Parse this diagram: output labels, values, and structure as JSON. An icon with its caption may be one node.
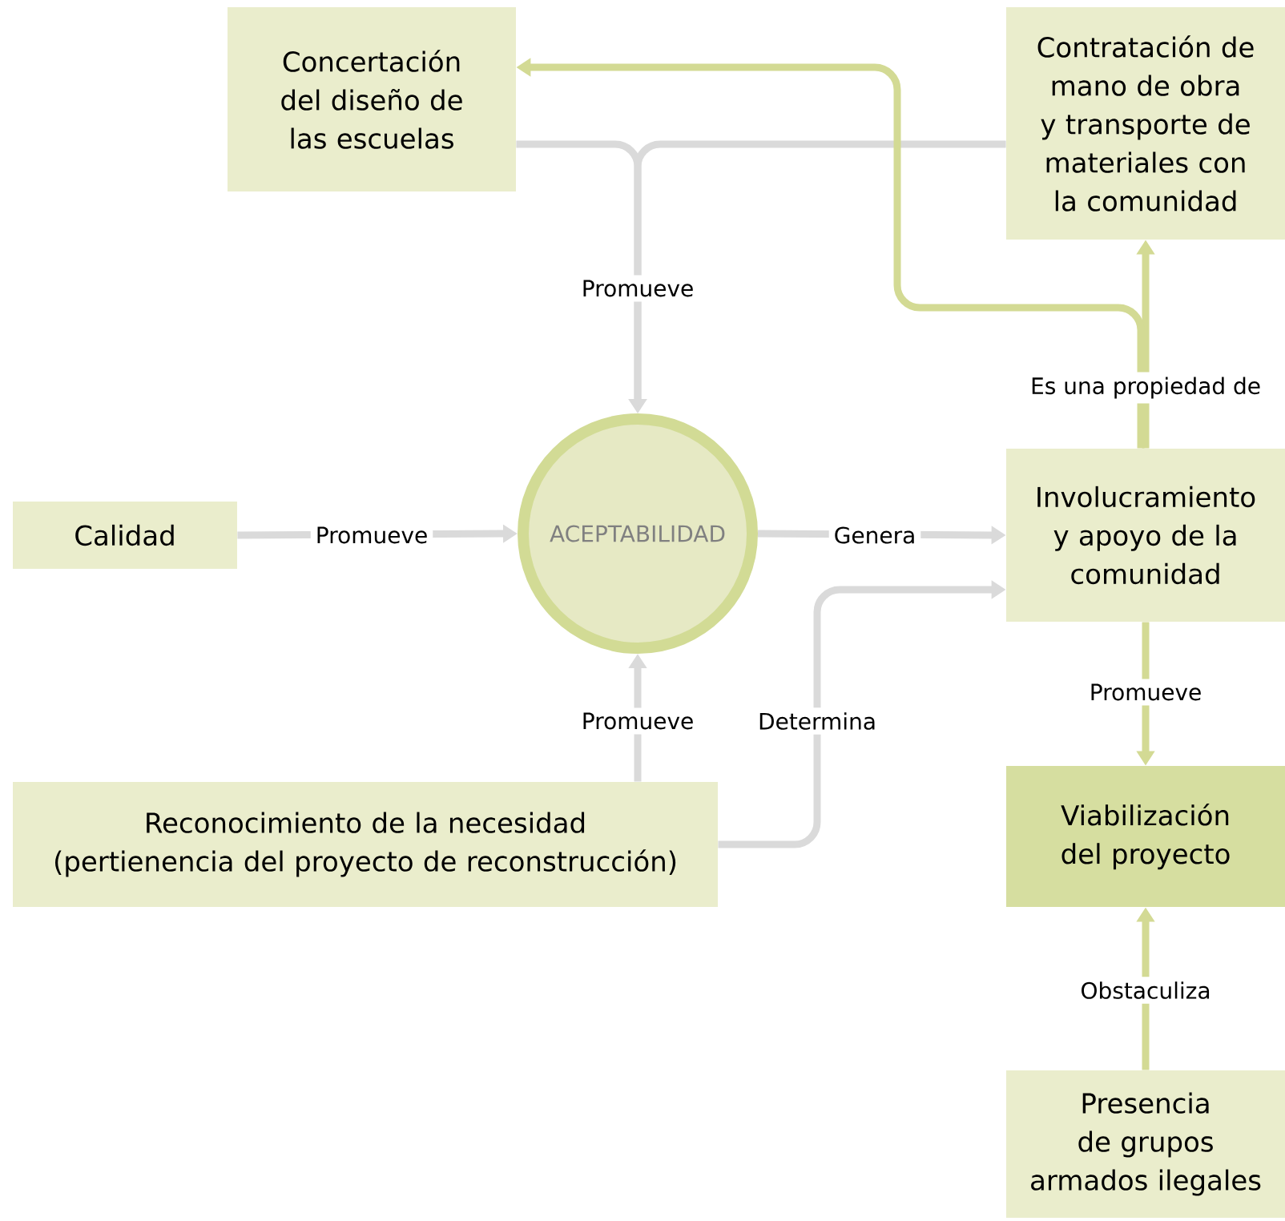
{
  "diagram": {
    "nodes": [
      {
        "text": [
          "Concertación del diseño de las escuelas"
        ]
      },
      {
        "text": [
          "Contratación de mano de obra y transporte de materiales con la comunidad"
        ]
      },
      {
        "text": [
          "Calidad"
        ]
      },
      {
        "text": [
          "ACEPTABILIDAD"
        ]
      },
      {
        "text": [
          "Involucramiento y apoyo de la comunidad"
        ]
      },
      {
        "text": [
          "Reconocimiento de la necesidad (pertienencia del proyecto de reconstrucción)"
        ]
      },
      {
        "text": [
          "Viabilización del proyecto"
        ]
      },
      {
        "text": [
          "Presencia de grupos armados ilegales"
        ]
      }
    ],
    "edges": [
      {
        "from": 0,
        "to": 3,
        "arrow": "to",
        "label": "Promueve"
      },
      {
        "from": 1,
        "to": 3,
        "arrow": "to"
      },
      {
        "from": 2,
        "to": 3,
        "arrow": "to",
        "label": "Promueve"
      },
      {
        "from": 5,
        "to": 3,
        "arrow": "to",
        "label": "Promueve"
      },
      {
        "from": 3,
        "to": 4,
        "arrow": "to",
        "label": "Genera"
      },
      {
        "from": 5,
        "to": 4,
        "arrow": "to",
        "label": "Determina"
      },
      {
        "from": 4,
        "to": 1,
        "arrow": "to",
        "label": "Es una propiedad de",
        "color": "#d3da94"
      },
      {
        "from": 4,
        "to": 0,
        "arrow": "to",
        "color": "#d3da94"
      },
      {
        "from": 4,
        "to": 6,
        "arrow": "to",
        "label": "Promueve",
        "color": "#d3da94"
      },
      {
        "from": 7,
        "to": 6,
        "arrow": "to",
        "label": "Obstaculiza",
        "color": "#d3da94"
      }
    ]
  }
}
